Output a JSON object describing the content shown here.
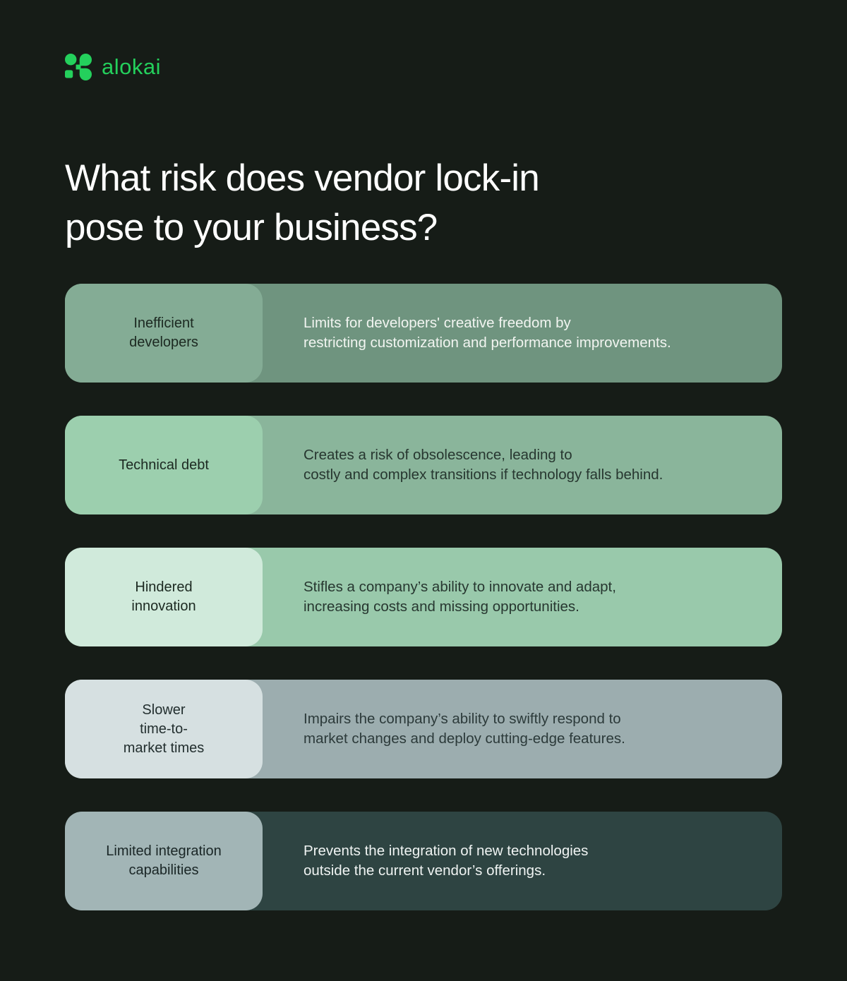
{
  "page": {
    "background": "#161C17",
    "title_color": "#FFFFFF",
    "title_lines": [
      "What risk does vendor lock-in",
      "pose to your business?"
    ]
  },
  "logo": {
    "wordmark": "alokai",
    "green": "#24D05C",
    "icon": "alokai-mark-icon"
  },
  "rows": [
    {
      "label_lines": [
        "Inefficient",
        "developers"
      ],
      "desc_lines": [
        "Limits for developers' creative freedom by",
        "restricting customization and performance improvements."
      ],
      "colors": {
        "card_bg": "#6F947F",
        "label_bg": "#84AC95",
        "label_text": "#1C2921",
        "desc_text": "#F2F5F1"
      }
    },
    {
      "label_lines": [
        "Technical debt"
      ],
      "desc_lines": [
        "Creates a risk of obsolescence, leading to",
        "costly and complex transitions if technology falls behind."
      ],
      "colors": {
        "card_bg": "#8AB59B",
        "label_bg": "#9CCFAE",
        "label_text": "#1C2921",
        "desc_text": "#273730"
      }
    },
    {
      "label_lines": [
        "Hindered",
        "innovation"
      ],
      "desc_lines": [
        "Stifles a company’s ability to innovate and adapt,",
        "increasing costs and missing opportunities."
      ],
      "colors": {
        "card_bg": "#99C9AB",
        "label_bg": "#D0EADB",
        "label_text": "#1C2921",
        "desc_text": "#273730"
      }
    },
    {
      "label_lines": [
        "Slower",
        "time-to-",
        "market times"
      ],
      "desc_lines": [
        "Impairs the company’s ability to swiftly respond to",
        "market changes and deploy cutting-edge features."
      ],
      "colors": {
        "card_bg": "#9CADAF",
        "label_bg": "#D6E0E1",
        "label_text": "#222E2E",
        "desc_text": "#2C3A3A"
      }
    },
    {
      "label_lines": [
        "Limited integration",
        "capabilities"
      ],
      "desc_lines": [
        "Prevents the integration of new technologies",
        "outside the current vendor’s offerings."
      ],
      "colors": {
        "card_bg": "#2E4442",
        "label_bg": "#A2B5B6",
        "label_text": "#1A2626",
        "desc_text": "#EFF3F2"
      }
    }
  ]
}
